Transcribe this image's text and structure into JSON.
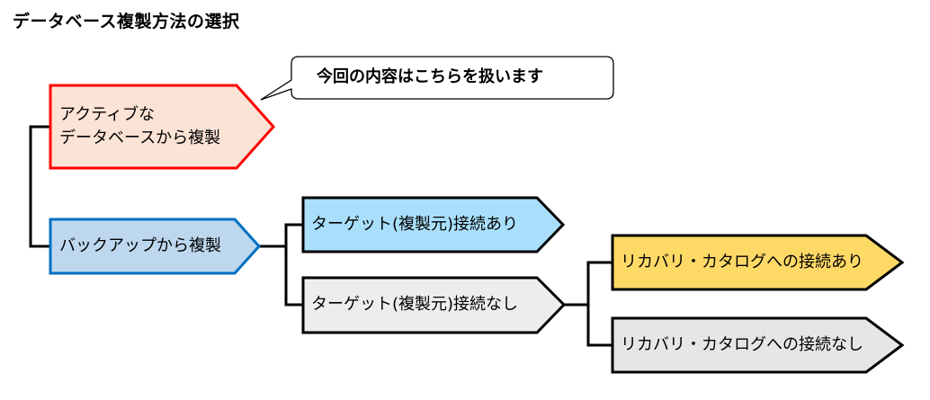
{
  "title": "データベース複製方法の選択",
  "callout": {
    "text": "今回の内容はこちらを扱います"
  },
  "nodes": [
    {
      "id": "active",
      "lines": [
        "アクティブな",
        "データベースから複製"
      ],
      "fill": "#FBE3D6",
      "stroke": "#FF0000",
      "bold": false
    },
    {
      "id": "backup",
      "lines": [
        "バックアップから複製"
      ],
      "fill": "#BDD7EE",
      "stroke": "#0070C0",
      "bold": false
    },
    {
      "id": "target-yes",
      "lines": [
        "ターゲット(複製元)接続あり"
      ],
      "fill": "#A9DFFB",
      "stroke": "#000000",
      "bold": false
    },
    {
      "id": "target-no",
      "lines": [
        "ターゲット(複製元)接続なし"
      ],
      "fill": "#EDEDED",
      "stroke": "#000000",
      "bold": false
    },
    {
      "id": "catalog-yes",
      "lines": [
        "リカバリ・カタログへの接続あり"
      ],
      "fill": "#FFD966",
      "stroke": "#000000",
      "bold": false
    },
    {
      "id": "catalog-no",
      "lines": [
        "リカバリ・カタログへの接続なし"
      ],
      "fill": "#E7E6E6",
      "stroke": "#000000",
      "bold": false
    }
  ],
  "edges": [
    {
      "from": "root",
      "to": "active"
    },
    {
      "from": "root",
      "to": "backup"
    },
    {
      "from": "backup",
      "to": "target-yes"
    },
    {
      "from": "backup",
      "to": "target-no"
    },
    {
      "from": "target-no",
      "to": "catalog-yes"
    },
    {
      "from": "target-no",
      "to": "catalog-no"
    }
  ]
}
